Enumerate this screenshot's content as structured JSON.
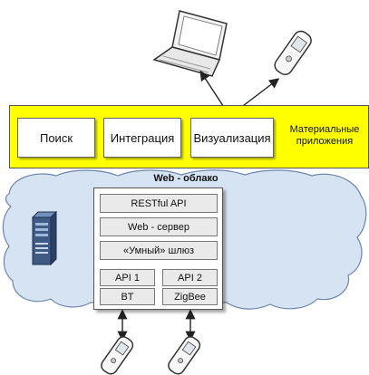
{
  "apps_band": {
    "buttons": [
      "Поиск",
      "Интеграция",
      "Визуализация"
    ],
    "side_label_line1": "Материальные",
    "side_label_line2": "приложения",
    "fill_color": "#ffff00"
  },
  "cloud": {
    "title": "Web - облако",
    "fill_color": "#d6e3f2"
  },
  "gateway": {
    "layers": [
      "RESTful API",
      "Web - сервер",
      "«Умный» шлюз"
    ],
    "api1": "API 1",
    "api2": "API 2",
    "proto1": "BT",
    "proto2": "ZigBee"
  },
  "icons": [
    "laptop-icon",
    "mobile-device-icon",
    "server-icon"
  ]
}
